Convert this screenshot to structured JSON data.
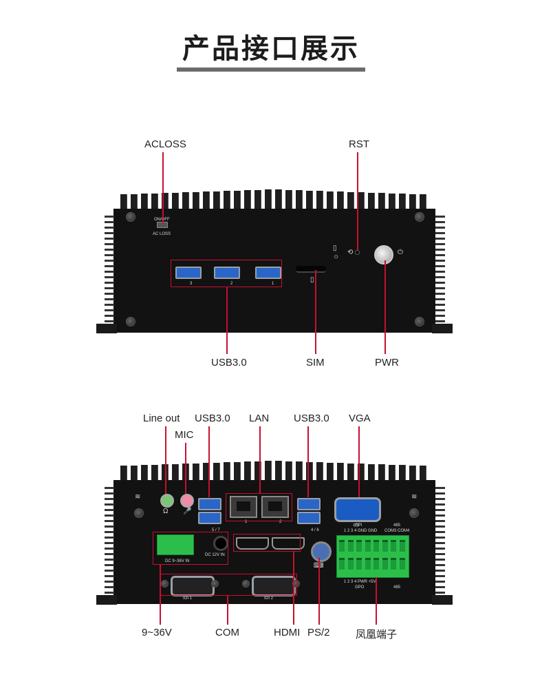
{
  "title": "产品接口展示",
  "front": {
    "top_labels": {
      "acloss": "ACLOSS",
      "rst": "RST"
    },
    "bottom_labels": {
      "usb": "USB3.0",
      "sim": "SIM",
      "pwr": "PWR"
    },
    "silk": {
      "on_off": "ON/OFF",
      "ac_loss": "AC LOSS",
      "usb_nums": [
        "3",
        "2",
        "1"
      ]
    }
  },
  "rear": {
    "top_labels": {
      "line_out": "Line out",
      "mic": "MIC",
      "usb_left": "USB3.0",
      "lan": "LAN",
      "usb_right": "USB3.0",
      "vga": "VGA"
    },
    "bottom_labels": {
      "power": "9~36V",
      "com": "COM",
      "hdmi": "HDMI",
      "ps2": "PS/2",
      "phoenix": "凤凰端子"
    },
    "silk": {
      "usb_left_num": "5 / 7",
      "usb_right_num": "4 / 6",
      "lan1": "1",
      "lan2": "2",
      "dc_in_1": "DC 9~36V IN",
      "dc_in_2": "DC 12V IN",
      "com1": "IOI 1",
      "com2": "IOI 2",
      "gpi": "GPI",
      "gpo": "GPO",
      "com3": "COM3",
      "com4": "COM4",
      "rs485": "485",
      "gpi_pins": "1 2 3 4 GND GND",
      "gpo_pins": "1 2 3 4 PWR +5V"
    }
  },
  "colors": {
    "accent_line": "#c8102e",
    "chassis": "#121212",
    "usb_blue": "#2a66c8",
    "terminal_green": "#2bbf4a"
  }
}
